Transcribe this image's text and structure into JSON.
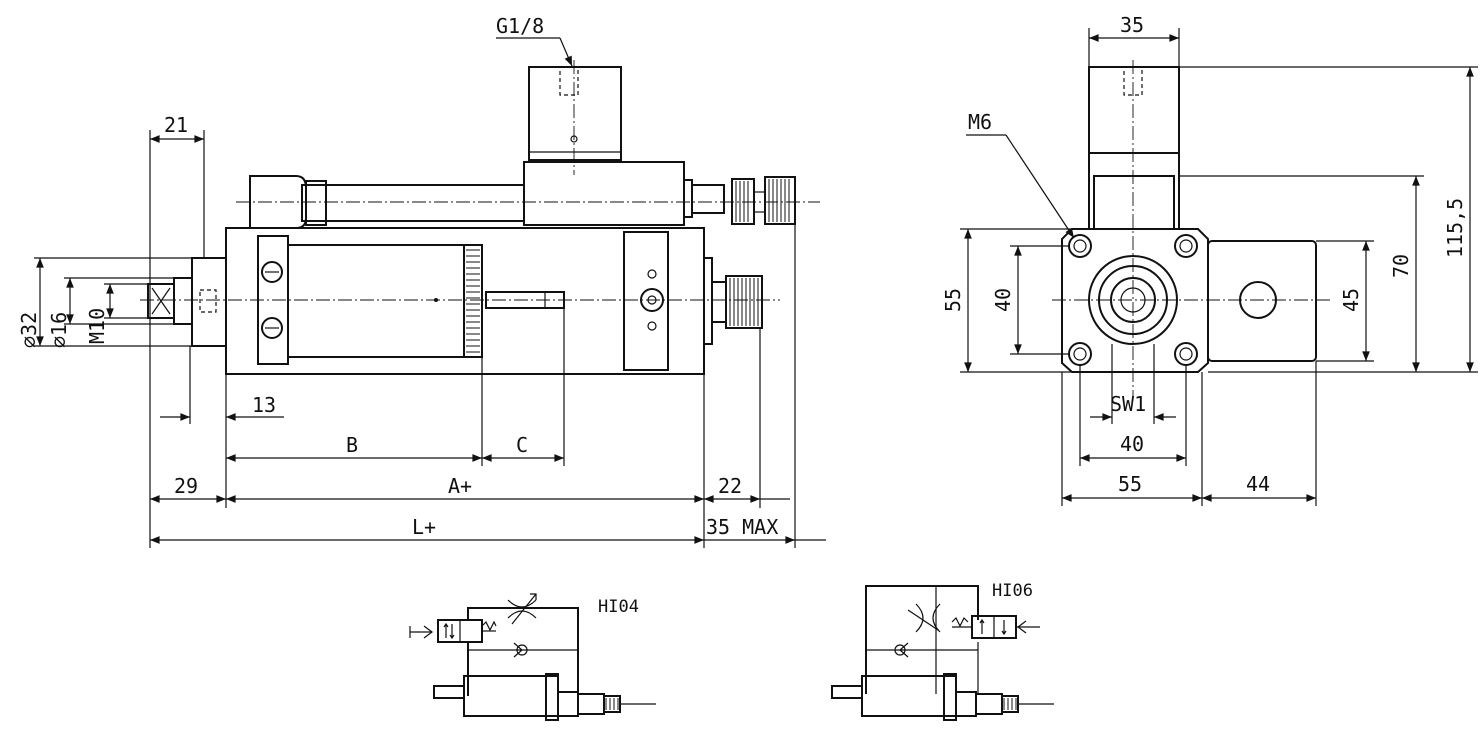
{
  "side_view": {
    "port_label": "G1/8",
    "dim_21": "21",
    "dim_13": "13",
    "dim_b": "B",
    "dim_c": "C",
    "dim_29": "29",
    "dim_a": "A+",
    "dim_22": "22",
    "dim_l": "L+",
    "dim_35_max": "35 MAX",
    "dia_32": "⌀32",
    "dia_16": "⌀16",
    "thread_m10": "M10"
  },
  "end_view": {
    "dim_35": "35",
    "screw_label": "M6",
    "dim_115_5": "115,5",
    "dim_70": "70",
    "dim_55_v": "55",
    "dim_40_v": "40",
    "dim_45": "45",
    "dim_sw1": "SW1",
    "dim_40_h": "40",
    "dim_55_h": "55",
    "dim_44": "44"
  },
  "schematics": {
    "h104_label": "HI04",
    "h106_label": "HI06"
  }
}
